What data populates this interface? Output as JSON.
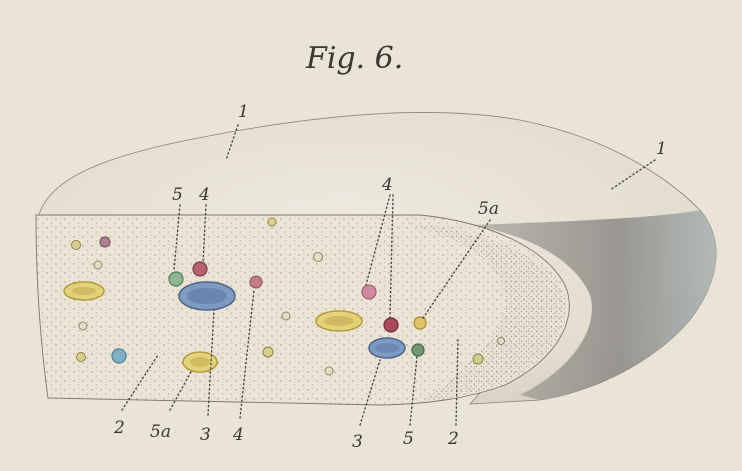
{
  "figure": {
    "title": "Fig. 6."
  },
  "labels": {
    "l1_top": "1",
    "l1_right": "1",
    "l5_left": "5",
    "l4_left": "4",
    "l4_center": "4",
    "l5a_right": "5a",
    "l2_bottom_left": "2",
    "l5a_bottom_left": "5a",
    "l3_bottom_left": "3",
    "l4_bottom_left": "4",
    "l3_bottom_right": "3",
    "l5_bottom_right": "5",
    "l2_bottom_right": "2"
  },
  "colors": {
    "background": "#e9e4d6",
    "stroke": "#4a4640",
    "section_fill": "#eae3d3",
    "upper_surface": "#e6e0d2",
    "shadow": "#8c8a86",
    "yellow_vessel": "#d8c35a",
    "blue_vessel": "#6f8fb8",
    "red_vessel": "#b85a6a",
    "green_vessel": "#6f9a72"
  }
}
